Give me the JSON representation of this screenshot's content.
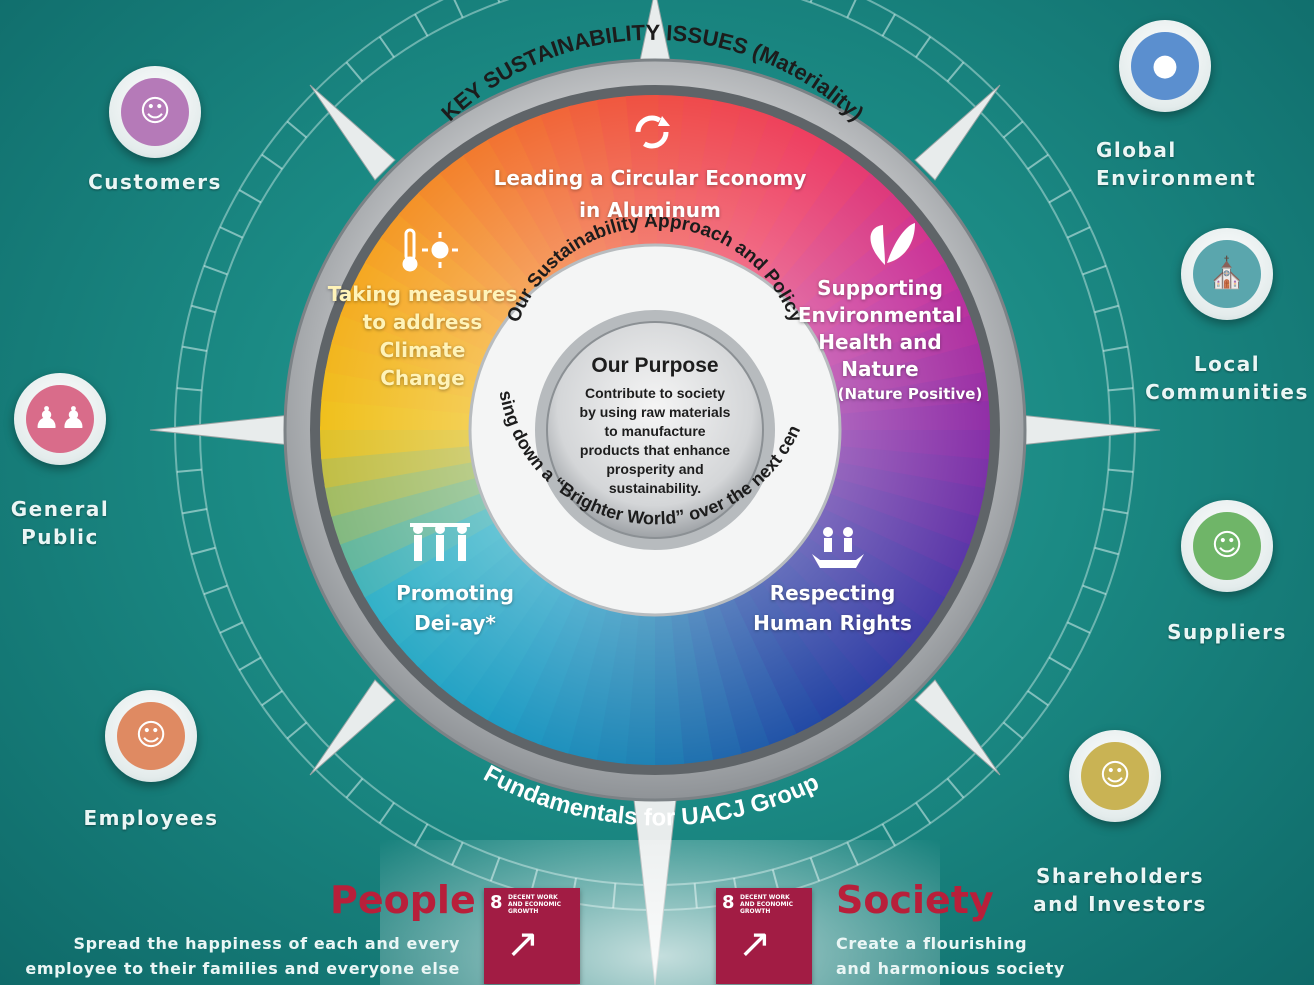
{
  "ring_titles": {
    "materiality": "KEY SUSTAINABILITY ISSUES (Materiality)",
    "approach": "Our Sustainability Approach and Policy",
    "passing": "Passing down a “Brighter World” over the next century",
    "fundamentals": "Fundamentals for UACJ Group"
  },
  "purpose": {
    "title": "Our Purpose",
    "lines": [
      "Contribute to society",
      "by using raw materials",
      "to manufacture",
      "products that enhance",
      "prosperity and",
      "sustainability."
    ]
  },
  "issues": {
    "circular": [
      "Leading a Circular Economy",
      "in Aluminum"
    ],
    "climate": [
      "Taking measures",
      "to address",
      "Climate",
      "Change"
    ],
    "nature": [
      "Supporting",
      "Environmental",
      "Health and",
      "Nature"
    ],
    "nature_sub": "(Nature Positive)",
    "dei": [
      "Promoting",
      "Dei-ay*"
    ],
    "rights": [
      "Respecting",
      "Human Rights"
    ]
  },
  "stakeholders": {
    "customers": "Customers",
    "general_public": "General\nPublic",
    "employees": "Employees",
    "global_environment": "Global\nEnvironment",
    "local_communities": "Local\nCommunities",
    "suppliers": "Suppliers",
    "shareholders": "Shareholders\nand Investors"
  },
  "people": {
    "title": "People",
    "line1": "Spread the happiness of each and every",
    "line2": "employee to their families and everyone else"
  },
  "society": {
    "title": "Society",
    "line1": "Create a flourishing",
    "line2": "and harmonious society"
  },
  "sdg": {
    "number": "8",
    "text": "DECENT WORK AND ECONOMIC GROWTH"
  },
  "colors": {
    "teal": "#1b8a84",
    "sdg_red": "#a21c44",
    "customers": "#b57ab8",
    "general_public": "#d96c8a",
    "employees": "#df8a62",
    "global_environment": "#5b8fcf",
    "local_communities": "#5aa6ad",
    "suppliers": "#6fb568",
    "shareholders": "#c9b354"
  },
  "icons": {
    "customers": "person-icon",
    "general_public": "family-icon",
    "employees": "worker-icon",
    "global_environment": "globe-icon",
    "local_communities": "building-icon",
    "suppliers": "support-person-icon",
    "shareholders": "investor-icon",
    "circular": "recycle-icon",
    "climate": "thermometer-sun-icon",
    "nature": "leaf-icon",
    "dei": "people-group-icon",
    "rights": "hand-people-icon",
    "sdg": "growth-chart-icon"
  }
}
